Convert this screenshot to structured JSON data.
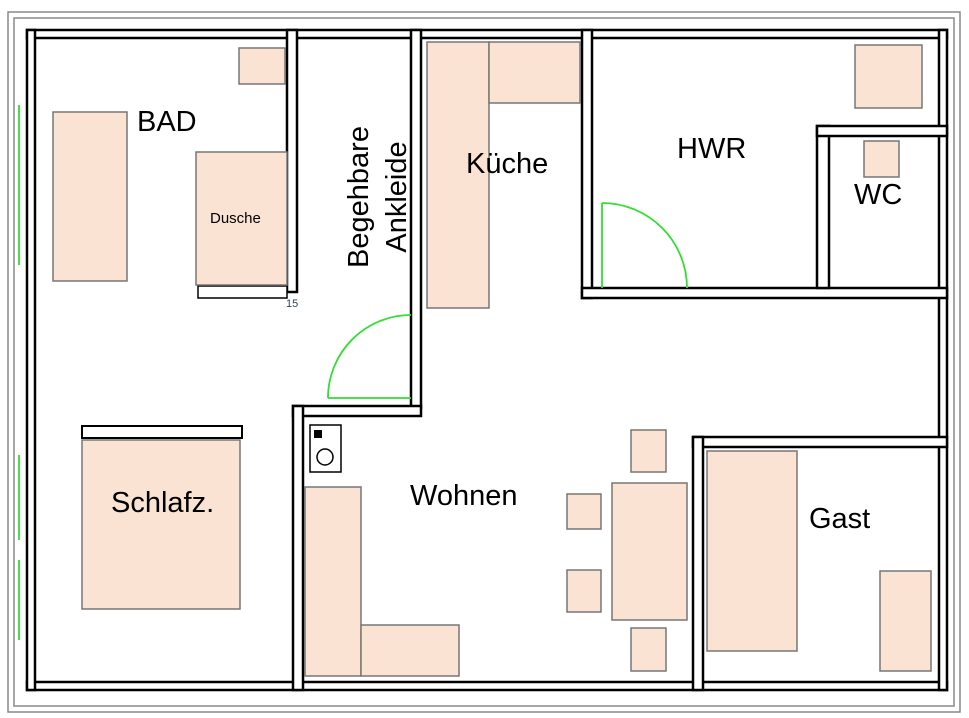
{
  "rooms": {
    "bad": "BAD",
    "dusche": "Dusche",
    "ankleide_line1": "Begehbare",
    "ankleide_line2": "Ankleide",
    "kueche": "Küche",
    "hwr": "HWR",
    "wc": "WC",
    "schlafz": "Schlafz.",
    "wohnen": "Wohnen",
    "gast": "Gast"
  },
  "dimension_label": "15",
  "colors": {
    "furniture": "#fbe3d4",
    "door": "#33dd33",
    "wall": "#000000"
  }
}
